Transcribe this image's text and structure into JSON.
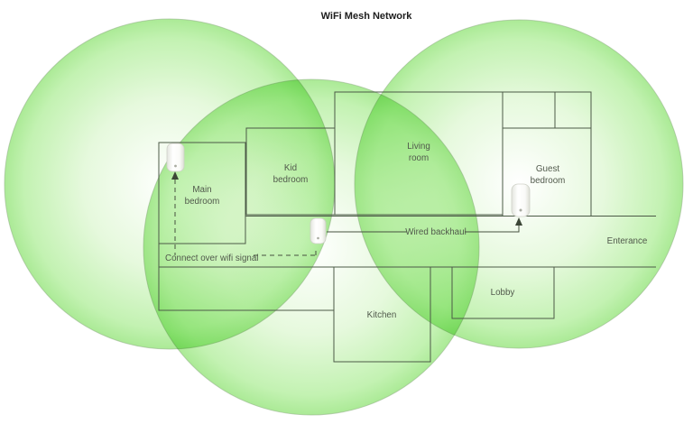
{
  "title": "WiFi Mesh Network",
  "rooms": {
    "main_bedroom": {
      "line1": "Main",
      "line2": "bedroom"
    },
    "kid_bedroom": {
      "line1": "Kid",
      "line2": "bedroom"
    },
    "living_room": {
      "line1": "Living",
      "line2": "room"
    },
    "guest_bedroom": {
      "line1": "Guest",
      "line2": "bedroom"
    },
    "kitchen": {
      "label": "Kitchen"
    },
    "lobby": {
      "label": "Lobby"
    },
    "enterance": {
      "label": "Enterance"
    }
  },
  "annotations": {
    "wired_backhaul": "Wired backhaul",
    "wifi_signal": "Connect over wifi signal"
  },
  "devices": [
    {
      "name": "mesh-node-main-bedroom"
    },
    {
      "name": "mesh-node-hallway"
    },
    {
      "name": "mesh-node-guest-bedroom"
    }
  ],
  "colors": {
    "coverage_center": "#ffffff",
    "coverage_mid": "#e6f9dd",
    "coverage_edge": "#abea96",
    "coverage_stroke": "#8fae85",
    "wall_stroke": "#4c5a47",
    "label_text": "#51594c",
    "connector": "#46513f",
    "background": "#ffffff"
  }
}
